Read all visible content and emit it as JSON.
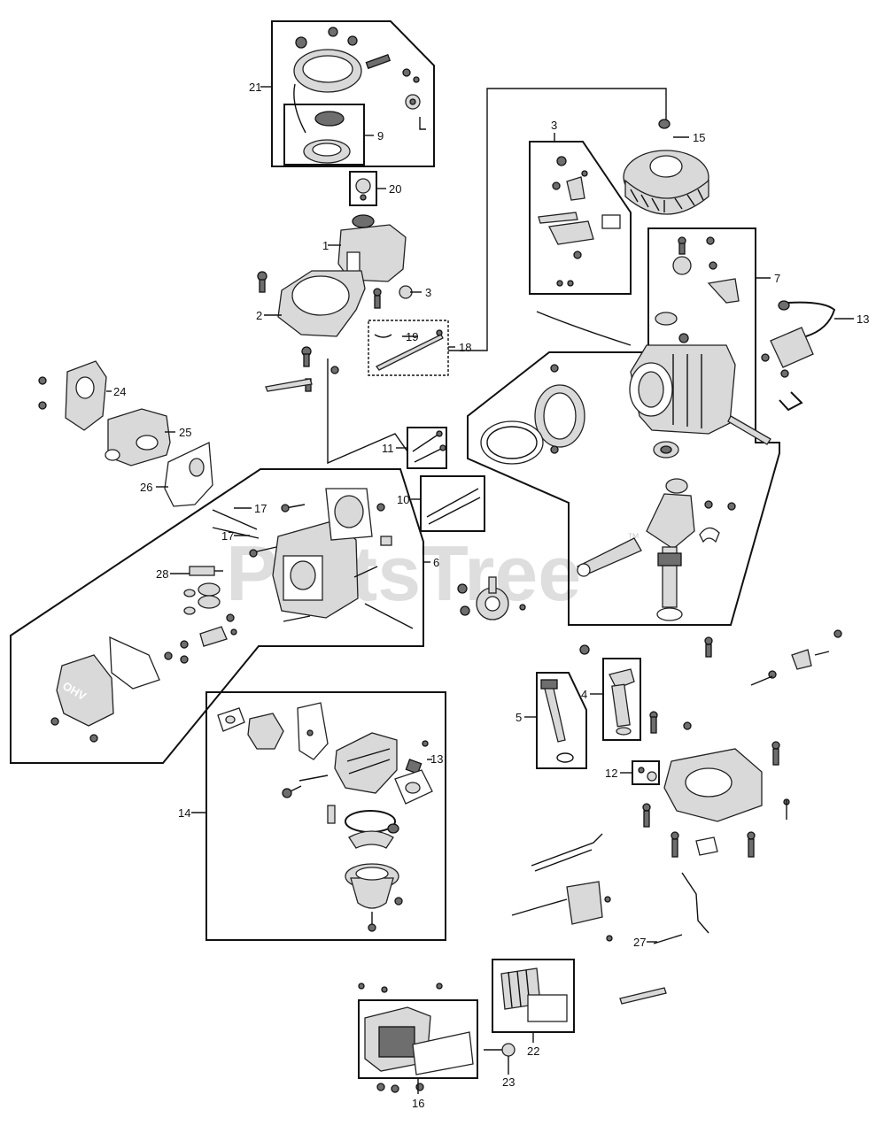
{
  "watermark": {
    "text": "PartsTree",
    "trademark": "™"
  },
  "callouts": {
    "c21": "21",
    "c9": "9",
    "c20": "20",
    "c1": "1",
    "c3a": "3",
    "c2": "2",
    "c19": "19",
    "c18": "18",
    "c3b": "3",
    "c15": "15",
    "c7": "7",
    "c13a": "13",
    "c24": "24",
    "c25": "25",
    "c26": "26",
    "c11": "11",
    "c10": "10",
    "c17a": "17",
    "c17b": "17",
    "c28": "28",
    "c6": "6",
    "c4": "4",
    "c5": "5",
    "c12": "12",
    "c14": "14",
    "c13b": "13",
    "c27": "27",
    "c22": "22",
    "c23": "23",
    "c16": "16"
  }
}
